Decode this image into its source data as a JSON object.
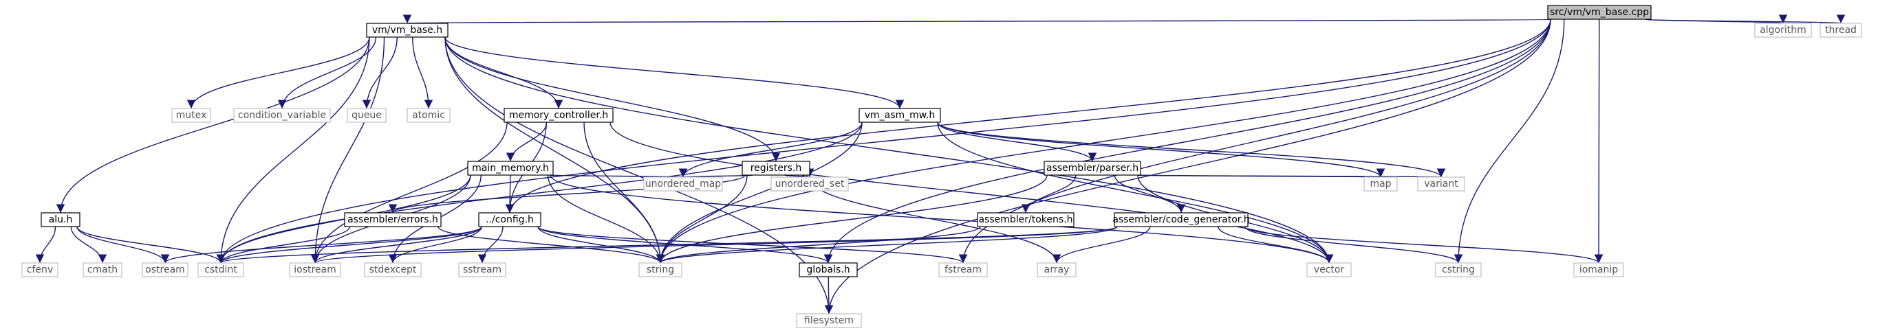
{
  "graph": {
    "nodes": [
      {
        "id": "vm_base_cpp",
        "label": "src/vm/vm_base.cpp",
        "kind": "root"
      },
      {
        "id": "vm_base_h",
        "label": "vm/vm_base.h",
        "kind": "local"
      },
      {
        "id": "algorithm",
        "label": "algorithm",
        "kind": "system"
      },
      {
        "id": "thread",
        "label": "thread",
        "kind": "system"
      },
      {
        "id": "mutex",
        "label": "mutex",
        "kind": "system"
      },
      {
        "id": "condition_variable",
        "label": "condition_variable",
        "kind": "system"
      },
      {
        "id": "queue",
        "label": "queue",
        "kind": "system"
      },
      {
        "id": "atomic",
        "label": "atomic",
        "kind": "system"
      },
      {
        "id": "memory_controller_h",
        "label": "memory_controller.h",
        "kind": "local"
      },
      {
        "id": "vm_asm_mw_h",
        "label": "vm_asm_mw.h",
        "kind": "local"
      },
      {
        "id": "main_memory_h",
        "label": "main_memory.h",
        "kind": "local"
      },
      {
        "id": "registers_h",
        "label": "registers.h",
        "kind": "local"
      },
      {
        "id": "parser_h",
        "label": "assembler/parser.h",
        "kind": "local"
      },
      {
        "id": "alu_h",
        "label": "alu.h",
        "kind": "local"
      },
      {
        "id": "errors_h",
        "label": "assembler/errors.h",
        "kind": "local"
      },
      {
        "id": "config_h",
        "label": "../config.h",
        "kind": "local"
      },
      {
        "id": "unordered_map",
        "label": "unordered_map",
        "kind": "system"
      },
      {
        "id": "unordered_set",
        "label": "unordered_set",
        "kind": "system"
      },
      {
        "id": "tokens_h",
        "label": "assembler/tokens.h",
        "kind": "local"
      },
      {
        "id": "code_generator_h",
        "label": "assembler/code_generator.h",
        "kind": "local"
      },
      {
        "id": "map",
        "label": "map",
        "kind": "system"
      },
      {
        "id": "variant",
        "label": "variant",
        "kind": "system"
      },
      {
        "id": "cfenv",
        "label": "cfenv",
        "kind": "system"
      },
      {
        "id": "cmath",
        "label": "cmath",
        "kind": "system"
      },
      {
        "id": "ostream",
        "label": "ostream",
        "kind": "system"
      },
      {
        "id": "cstdint",
        "label": "cstdint",
        "kind": "system"
      },
      {
        "id": "iostream",
        "label": "iostream",
        "kind": "system"
      },
      {
        "id": "stdexcept",
        "label": "stdexcept",
        "kind": "system"
      },
      {
        "id": "sstream",
        "label": "sstream",
        "kind": "system"
      },
      {
        "id": "string",
        "label": "string",
        "kind": "system"
      },
      {
        "id": "globals_h",
        "label": "globals.h",
        "kind": "local"
      },
      {
        "id": "fstream",
        "label": "fstream",
        "kind": "system"
      },
      {
        "id": "array",
        "label": "array",
        "kind": "system"
      },
      {
        "id": "vector",
        "label": "vector",
        "kind": "system"
      },
      {
        "id": "cstring",
        "label": "cstring",
        "kind": "system"
      },
      {
        "id": "iomanip",
        "label": "iomanip",
        "kind": "system"
      },
      {
        "id": "filesystem",
        "label": "filesystem",
        "kind": "system"
      }
    ],
    "edges": [
      [
        "vm_base_cpp",
        "vm_base_h"
      ],
      [
        "vm_base_cpp",
        "algorithm"
      ],
      [
        "vm_base_cpp",
        "thread"
      ],
      [
        "vm_base_cpp",
        "cstdint"
      ],
      [
        "vm_base_cpp",
        "config_h"
      ],
      [
        "vm_base_cpp",
        "string"
      ],
      [
        "vm_base_cpp",
        "globals_h"
      ],
      [
        "vm_base_cpp",
        "fstream"
      ],
      [
        "vm_base_cpp",
        "cstring"
      ],
      [
        "vm_base_cpp",
        "iomanip"
      ],
      [
        "vm_base_cpp",
        "filesystem"
      ],
      [
        "vm_base_h",
        "mutex"
      ],
      [
        "vm_base_h",
        "condition_variable"
      ],
      [
        "vm_base_h",
        "queue"
      ],
      [
        "vm_base_h",
        "atomic"
      ],
      [
        "vm_base_h",
        "memory_controller_h"
      ],
      [
        "vm_base_h",
        "vm_asm_mw_h"
      ],
      [
        "vm_base_h",
        "registers_h"
      ],
      [
        "vm_base_h",
        "alu_h"
      ],
      [
        "vm_base_h",
        "cstdint"
      ],
      [
        "vm_base_h",
        "iostream"
      ],
      [
        "vm_base_h",
        "string"
      ],
      [
        "vm_base_h",
        "vector"
      ],
      [
        "vm_base_h",
        "filesystem"
      ],
      [
        "memory_controller_h",
        "main_memory_h"
      ],
      [
        "memory_controller_h",
        "config_h"
      ],
      [
        "memory_controller_h",
        "string"
      ],
      [
        "memory_controller_h",
        "iostream"
      ],
      [
        "memory_controller_h",
        "vector"
      ],
      [
        "vm_asm_mw_h",
        "parser_h"
      ],
      [
        "vm_asm_mw_h",
        "unordered_map"
      ],
      [
        "vm_asm_mw_h",
        "map"
      ],
      [
        "vm_asm_mw_h",
        "variant"
      ],
      [
        "vm_asm_mw_h",
        "string"
      ],
      [
        "vm_asm_mw_h",
        "vector"
      ],
      [
        "vm_asm_mw_h",
        "cstdint"
      ],
      [
        "main_memory_h",
        "config_h"
      ],
      [
        "main_memory_h",
        "unordered_map"
      ],
      [
        "main_memory_h",
        "cstdint"
      ],
      [
        "main_memory_h",
        "stdexcept"
      ],
      [
        "main_memory_h",
        "string"
      ],
      [
        "main_memory_h",
        "vector"
      ],
      [
        "main_memory_h",
        "iostream"
      ],
      [
        "registers_h",
        "unordered_map"
      ],
      [
        "registers_h",
        "unordered_set"
      ],
      [
        "registers_h",
        "string"
      ],
      [
        "registers_h",
        "array"
      ],
      [
        "registers_h",
        "errors_h"
      ],
      [
        "parser_h",
        "tokens_h"
      ],
      [
        "parser_h",
        "code_generator_h"
      ],
      [
        "parser_h",
        "map"
      ],
      [
        "parser_h",
        "variant"
      ],
      [
        "parser_h",
        "vector"
      ],
      [
        "parser_h",
        "string"
      ],
      [
        "alu_h",
        "cfenv"
      ],
      [
        "alu_h",
        "cmath"
      ],
      [
        "alu_h",
        "ostream"
      ],
      [
        "alu_h",
        "cstdint"
      ],
      [
        "errors_h",
        "string"
      ],
      [
        "errors_h",
        "cstdint"
      ],
      [
        "config_h",
        "cstdint"
      ],
      [
        "config_h",
        "iostream"
      ],
      [
        "config_h",
        "stdexcept"
      ],
      [
        "config_h",
        "sstream"
      ],
      [
        "config_h",
        "string"
      ],
      [
        "config_h",
        "globals_h"
      ],
      [
        "config_h",
        "fstream"
      ],
      [
        "config_h",
        "ostream"
      ],
      [
        "tokens_h",
        "string"
      ],
      [
        "code_generator_h",
        "vector"
      ],
      [
        "code_generator_h",
        "string"
      ],
      [
        "code_generator_h",
        "array"
      ],
      [
        "code_generator_h",
        "cstring"
      ],
      [
        "code_generator_h",
        "iomanip"
      ],
      [
        "code_generator_h",
        "iostream"
      ],
      [
        "code_generator_h",
        "cstdint"
      ],
      [
        "globals_h",
        "filesystem"
      ]
    ]
  }
}
